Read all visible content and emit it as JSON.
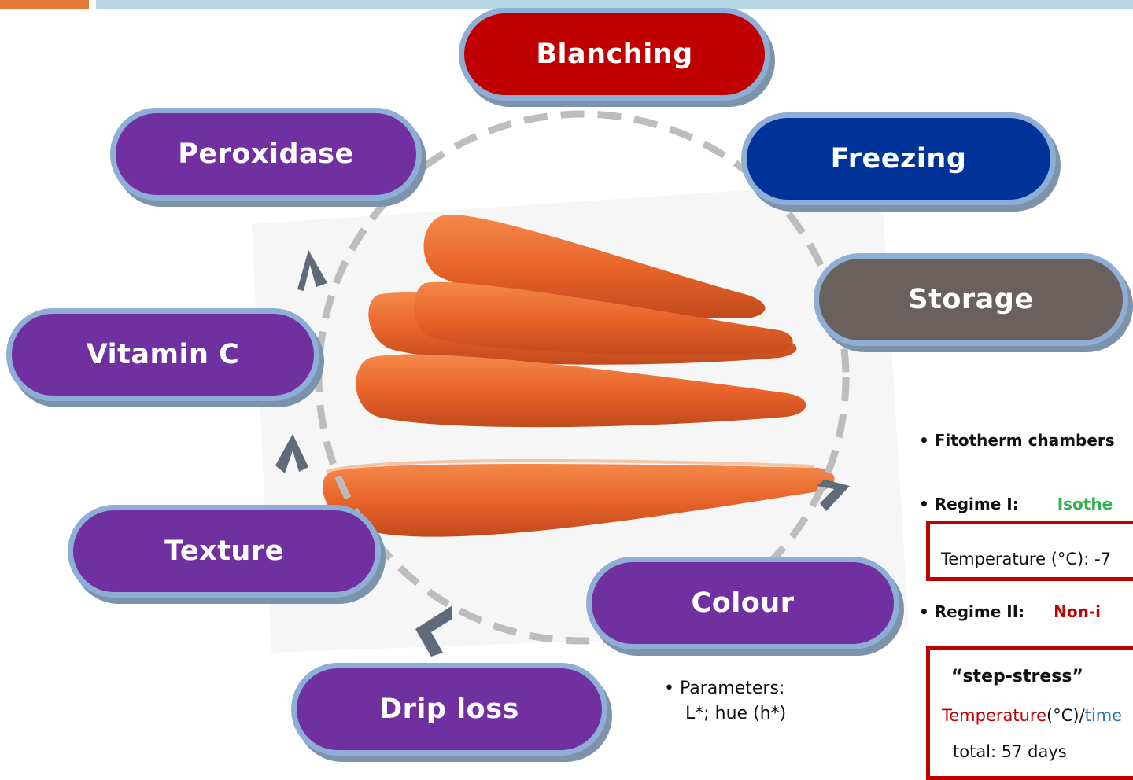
{
  "nodes": {
    "blanching": "Blanching",
    "freezing": "Freezing",
    "storage": "Storage",
    "colour": "Colour",
    "drip_loss": "Drip loss",
    "texture": "Texture",
    "vitamin_c": "Vitamin C",
    "peroxidase": "Peroxidase"
  },
  "colour_params": {
    "bullet": "•",
    "line1": "Parameters:",
    "line2": "L*; hue (h*)"
  },
  "storage_info": {
    "bullet": "•",
    "chambers": "Fitotherm chambers",
    "regime1_label": "Regime I:",
    "regime1_value": "Isothe",
    "regime1_temp": "Temperature (°C): -7",
    "regime2_label": "Regime II:",
    "regime2_value": "Non-i",
    "step_stress": "“step-stress”",
    "temp_word": "Temperature",
    "temp_unit": "(°C)/",
    "time_word": "time",
    "total": "total: 57 days"
  },
  "colors": {
    "purple": "#7030a0",
    "red": "#c00000",
    "blue": "#003399",
    "grey": "#6a605d",
    "pill_border": "#8eaed6",
    "regime1_value": "#2eb34a",
    "regime2_value": "#c00000",
    "time_word": "#2e75b6"
  },
  "icons": [
    "carrot-photo",
    "chevron-arrow"
  ]
}
